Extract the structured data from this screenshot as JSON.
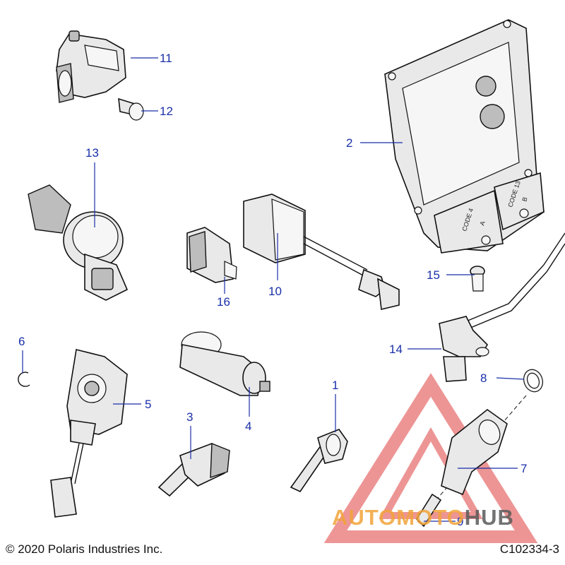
{
  "callouts": [
    {
      "label": "1"
    },
    {
      "label": "2"
    },
    {
      "label": "3"
    },
    {
      "label": "4"
    },
    {
      "label": "5"
    },
    {
      "label": "6"
    },
    {
      "label": "7"
    },
    {
      "label": "8"
    },
    {
      "label": "9"
    },
    {
      "label": "10"
    },
    {
      "label": "11"
    },
    {
      "label": "12"
    },
    {
      "label": "13"
    },
    {
      "label": "14"
    },
    {
      "label": "15"
    },
    {
      "label": "16"
    }
  ],
  "ecu_markings": {
    "code_a": "CODE 4",
    "code_a_sub": "A",
    "code_b": "CODE 13",
    "code_b_sub": "B"
  },
  "footer": {
    "copyright": "© 2020 Polaris Industries Inc.",
    "drawing_number": "C102334-3"
  },
  "watermark": {
    "part_a": "AUTOMOTO",
    "part_b": "HUB",
    "color_a": "#f2a43a",
    "color_b": "#5a5a5a",
    "triangle_color": "#e04040"
  },
  "colors": {
    "callout": "#1a2fa8"
  }
}
